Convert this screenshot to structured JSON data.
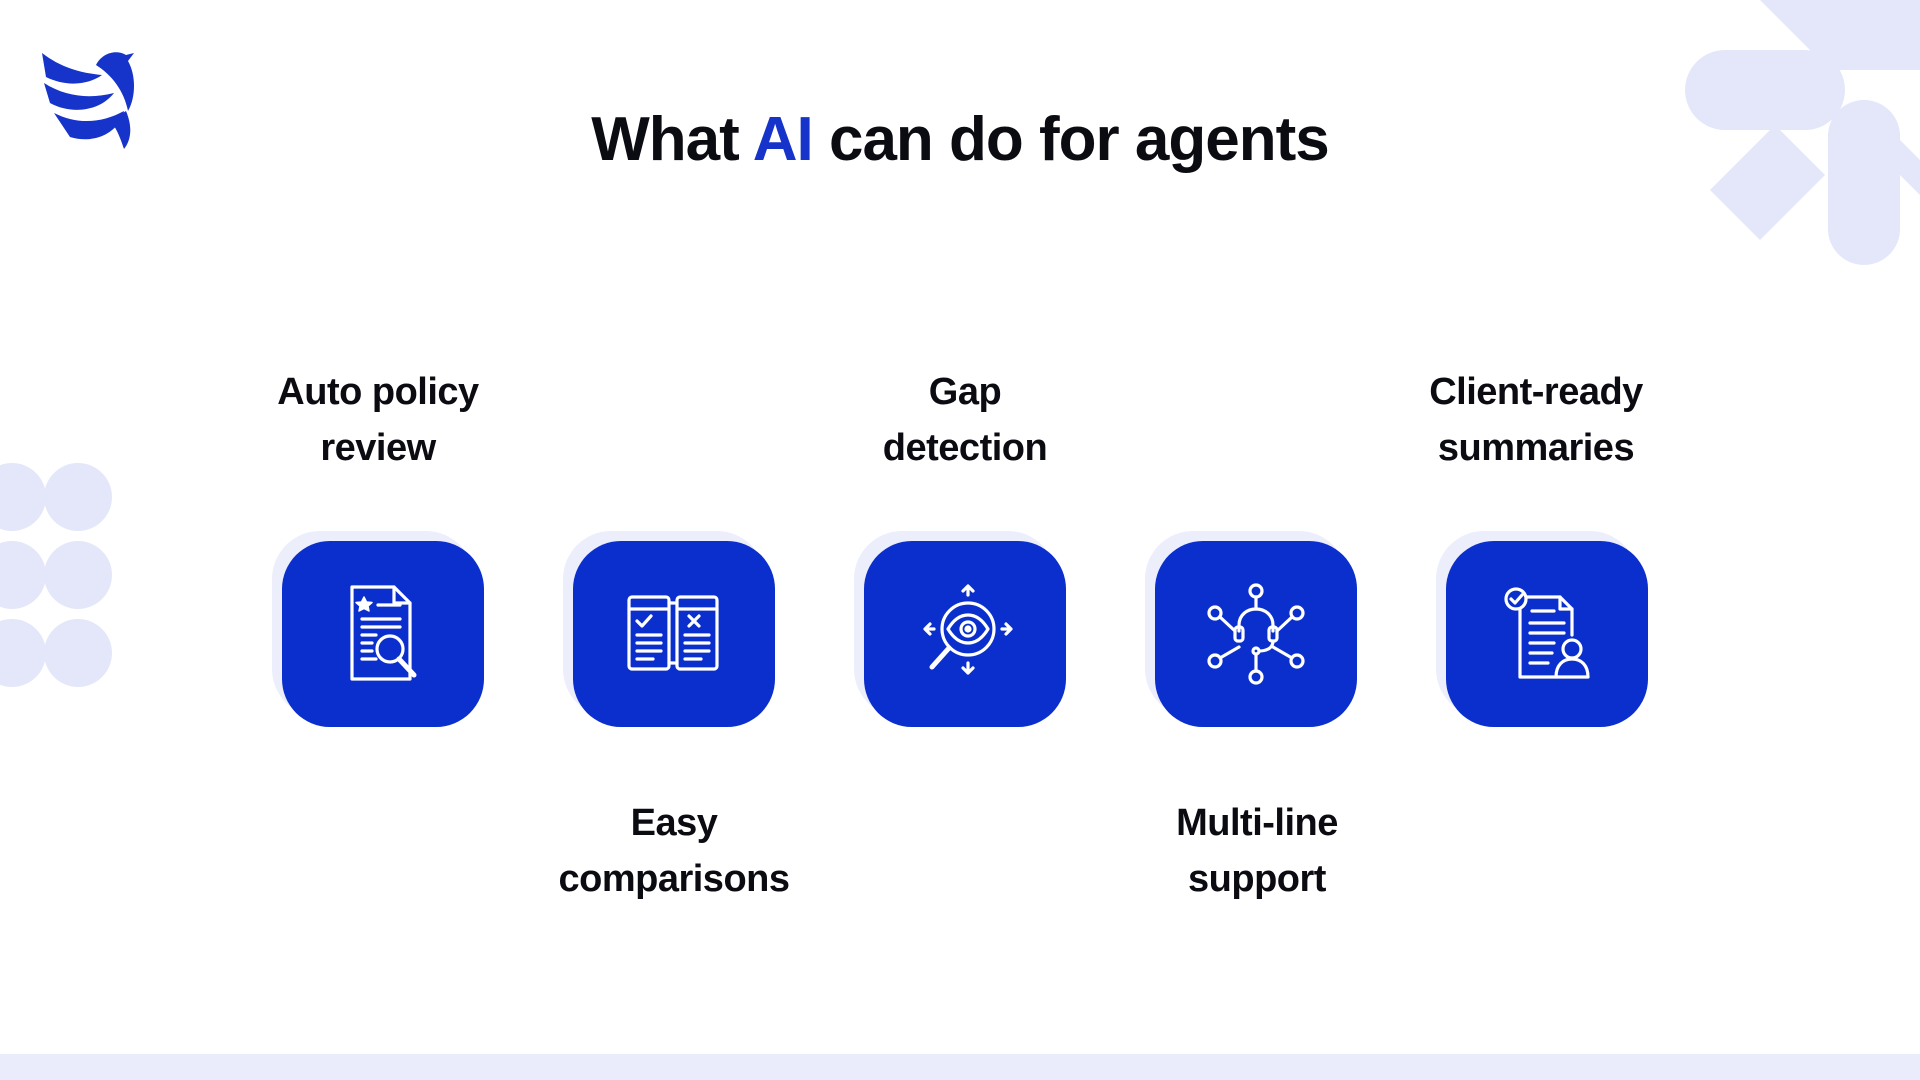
{
  "title": {
    "prefix": "What ",
    "accent": "AI",
    "suffix": " can do for agents"
  },
  "colors": {
    "accent": "#1634c9",
    "tile": "#0b2fcc",
    "decor": "#e4e7fa"
  },
  "features": [
    {
      "line1": "Auto policy",
      "line2": "review",
      "icon": "document-search-icon"
    },
    {
      "line1": "Easy",
      "line2": "comparisons",
      "icon": "compare-documents-icon"
    },
    {
      "line1": "Gap",
      "line2": "detection",
      "icon": "eye-search-icon"
    },
    {
      "line1": "Multi-line",
      "line2": "support",
      "icon": "headset-network-icon"
    },
    {
      "line1": "Client-ready",
      "line2": "summaries",
      "icon": "clipboard-user-icon"
    }
  ]
}
